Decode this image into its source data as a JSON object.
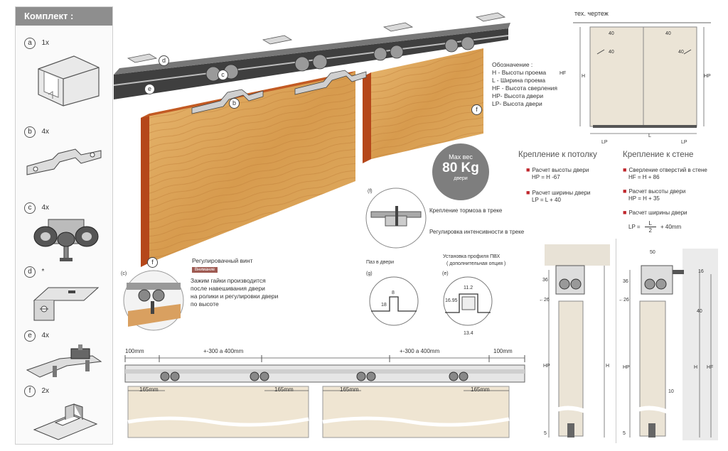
{
  "kit": {
    "title": "Комплект :",
    "items": [
      {
        "letter": "a",
        "qty": "1x",
        "icon": "rail-profile-icon"
      },
      {
        "letter": "b",
        "qty": "4x",
        "icon": "mounting-plate-icon"
      },
      {
        "letter": "c",
        "qty": "4x",
        "icon": "roller-carriage-icon"
      },
      {
        "letter": "d",
        "qty": "*",
        "icon": "ceiling-bracket-icon"
      },
      {
        "letter": "e",
        "qty": "4x",
        "icon": "door-stop-icon"
      },
      {
        "letter": "f",
        "qty": "2x",
        "icon": "floor-guide-icon"
      }
    ]
  },
  "main": {
    "callouts": {
      "b": "b",
      "c": "c",
      "d": "d",
      "e": "e",
      "f": "f"
    },
    "legend": {
      "title": "Обозначение :",
      "lines": [
        "H - Высоты проема",
        "L - Ширина проема",
        "HF - Высота сверления",
        "HP- Высота двери",
        "LP- Высота двери"
      ]
    },
    "max_weight": {
      "label": "Max вес",
      "value": "80 Kg",
      "unit": "двери"
    },
    "brake": {
      "tag": "(f)",
      "line1": "Крепление тормоза в треке",
      "line2": "Регулировка интенсивности в треке"
    },
    "adjust": {
      "tag": "(c)",
      "title": "Регулировачный винт",
      "badge": "Внимание",
      "text": [
        "Зажим гайки производится",
        "после навешивания двери",
        "на ролики и регулировки двери",
        "по высоте"
      ]
    },
    "groove": {
      "title": "Паз в двери",
      "tag": "(g)",
      "dims": {
        "w": "8",
        "h": "18"
      }
    },
    "pvc": {
      "title": "Установка профиля ПВХ",
      "subtitle": "( дополнительная опция )",
      "tag": "(e)",
      "dims": {
        "w": "11.2",
        "h": "16.95",
        "b": "13.4"
      }
    }
  },
  "bottom": {
    "dims": {
      "left_edge": "100mm",
      "span_left": "+-300 а 400mm",
      "span_right": "+-300 а 400mm",
      "right_edge": "100mm",
      "inset1": "165mm",
      "inset2": "165mm",
      "inset3": "165mm",
      "inset4": "165mm"
    }
  },
  "tech": {
    "title": "тех. чертеж",
    "dims": {
      "d40a": "40",
      "d40b": "40",
      "d40c": "40",
      "d40d": "40",
      "HF": "HF",
      "H": "H",
      "HP": "HP",
      "LP1": "LP",
      "L": "L",
      "LP2": "LP"
    }
  },
  "ceiling": {
    "title": "Крепление к потолку",
    "items": [
      {
        "label": "Расчет высоты двери",
        "formula": "HP = H -67"
      },
      {
        "label": "Расчет ширины двери",
        "formula": "LP = L + 40"
      }
    ],
    "dims": {
      "d36": "36",
      "d26": "←26",
      "HP": "HP",
      "H": "H",
      "d5": "5"
    }
  },
  "wall": {
    "title": "Крепление к стене",
    "items": [
      {
        "label": "Сверление отверстий в стене",
        "formula": "HF = H + 86"
      },
      {
        "label": "Расчет высоты двери",
        "formula": "HP = H + 35"
      },
      {
        "label": "Расчет ширины двери",
        "formula_pre": "LP =",
        "num": "L",
        "den": "2",
        "formula_post": "+ 40mm"
      }
    ],
    "dims": {
      "d50": "50",
      "d16": "16",
      "d36": "36",
      "d26": "←26",
      "d40": "40",
      "d10": "10",
      "HP": "HP",
      "H": "H",
      "HF": "HF",
      "d5": "5"
    }
  }
}
